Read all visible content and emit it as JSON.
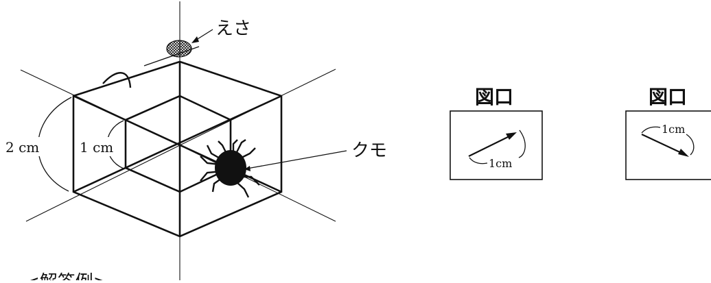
{
  "labels": {
    "bait": "えさ",
    "spider": "クモ",
    "outer_size": "2 cm",
    "inner_size": "1 cm",
    "answer_example": "<解答例>"
  },
  "panels": [
    {
      "title": "図口",
      "arrow_label": "1cm"
    },
    {
      "title": "図口",
      "arrow_label": "1cm"
    }
  ]
}
